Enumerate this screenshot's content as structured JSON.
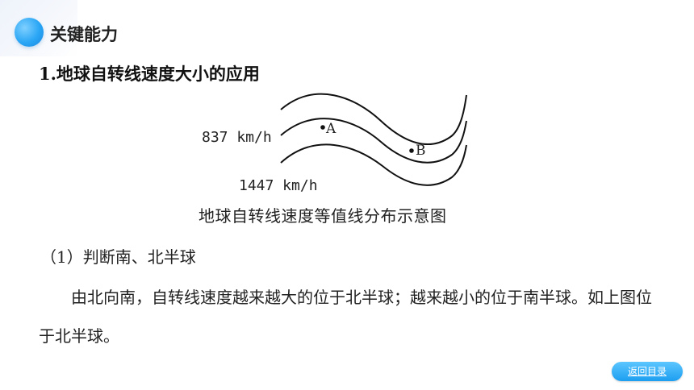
{
  "header": {
    "section_title": "关键能力"
  },
  "content": {
    "subheading": "1.地球自转线速度大小的应用",
    "diagram": {
      "contour_label_top": "837 km/h",
      "contour_label_bottom": "1447 km/h",
      "point_a": "A",
      "point_b": "B",
      "caption": "地球自转线速度等值线分布示意图"
    },
    "para_heading": "（1）判断南、北半球",
    "body_text": "由北向南，自转线速度越来越大的位于北半球；越来越小的位于南半球。如上图位于北半球。"
  },
  "nav": {
    "return_label": "返回目录"
  },
  "colors": {
    "accent": "#1c9ef0"
  }
}
